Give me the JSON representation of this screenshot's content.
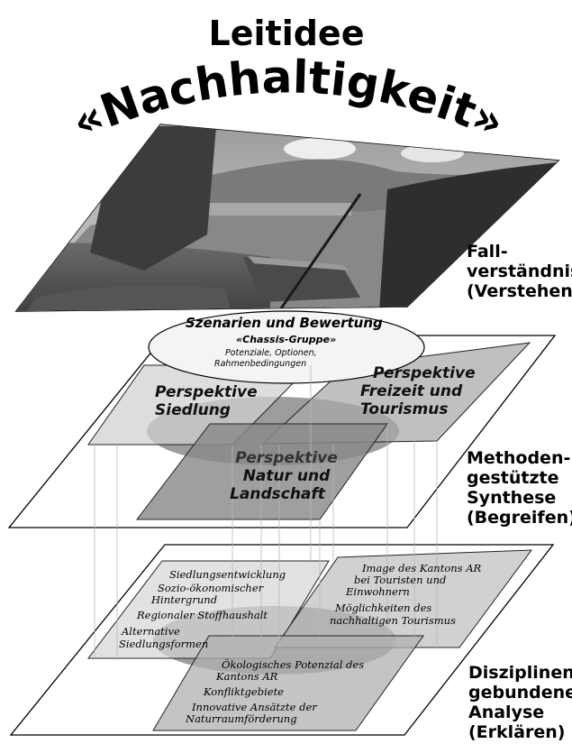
{
  "header": {
    "title_line1": "Leitidee",
    "title_line2": "«Nachhaltigkeit»"
  },
  "levels": {
    "top": {
      "label_lines": [
        "Fall-",
        "verständnis",
        "(Verstehen)"
      ]
    },
    "middle": {
      "label_lines": [
        "Methoden-",
        "gestützte",
        "Synthese",
        "(Begreifen)"
      ],
      "scenario": {
        "title": "Szenarien und Bewertung",
        "subtitle": "«Chassis-Gruppe»",
        "detail_line1": "Potenziale, Optionen,",
        "detail_line2": "Rahmenbedingungen"
      },
      "perspectives": {
        "siedlung": [
          "Perspektive",
          "Siedlung"
        ],
        "freizeit": [
          "Perspektive",
          "Freizeit und",
          "Tourismus"
        ],
        "natur": [
          "Perspektive",
          "Natur und",
          "Landschaft"
        ]
      }
    },
    "bottom": {
      "label_lines": [
        "Disziplinen-",
        "gebundene",
        "Analyse",
        "(Erklären)"
      ],
      "siedlung_items": [
        "Siedlungsentwicklung",
        "Sozio-ökonomischer",
        "Hintergrund",
        "Regionaler Stoffhaushalt",
        "Alternative",
        "Siedlungsformen"
      ],
      "tourismus_items": [
        "Image des Kantons AR",
        "bei Touristen und",
        "Einwohnern",
        "Möglichkeiten des",
        "nachhaltigen Tourismus"
      ],
      "natur_items": [
        "Ökologisches Potenzial des",
        "Kantons AR",
        "Konfliktgebiete",
        "Innovative Ansätzte der",
        "Naturraumförderung"
      ]
    }
  }
}
